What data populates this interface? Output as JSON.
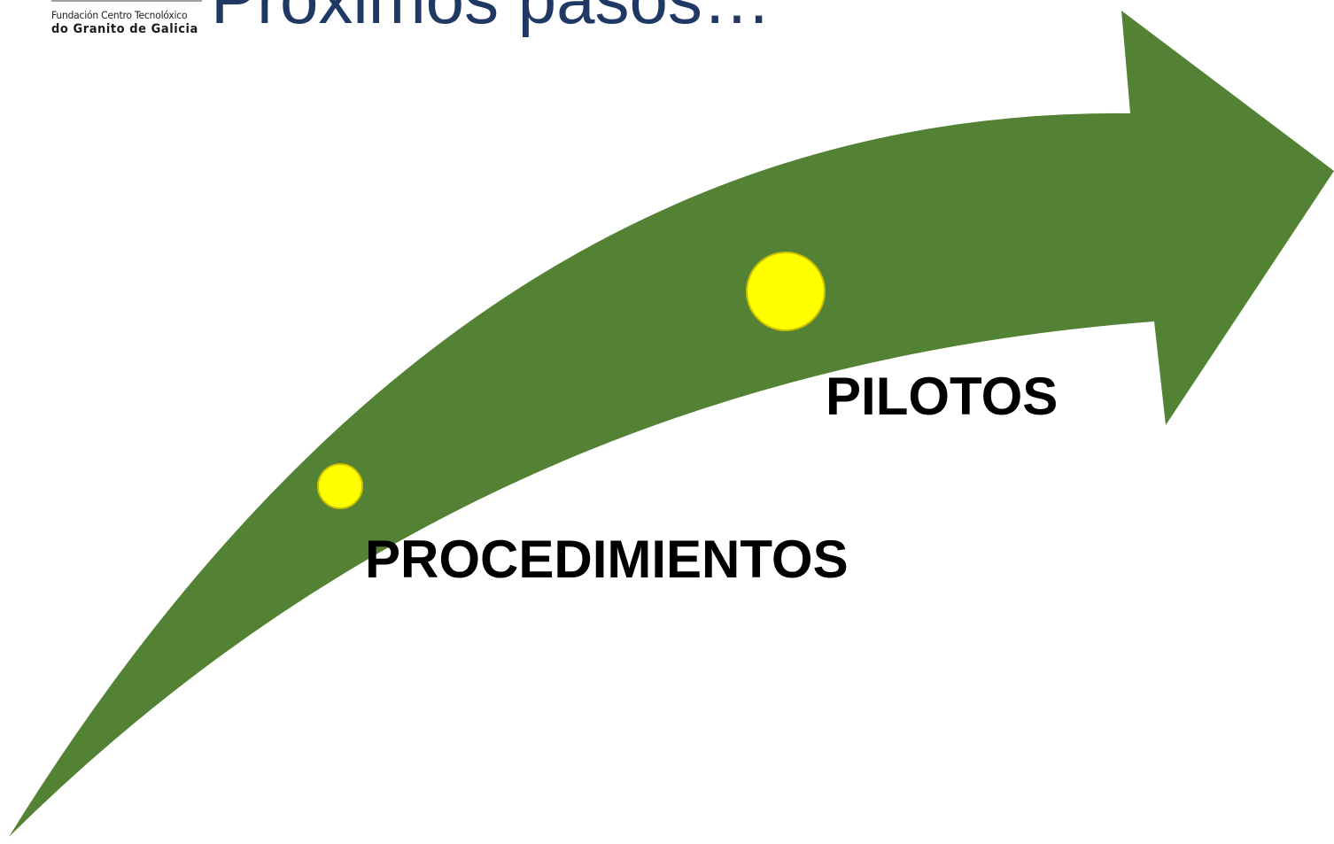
{
  "logo": {
    "line1": "Fundación Centro Tecnolóxico",
    "line2": "do Granito de Galicia"
  },
  "title": "Próximos pasos…",
  "arrow": {
    "fill_color": "#548235",
    "marker_color": "#ffff00"
  },
  "steps": [
    {
      "label": "PROCEDIMIENTOS",
      "marker": "small-yellow-circle"
    },
    {
      "label": "PILOTOS",
      "marker": "large-yellow-circle"
    }
  ]
}
